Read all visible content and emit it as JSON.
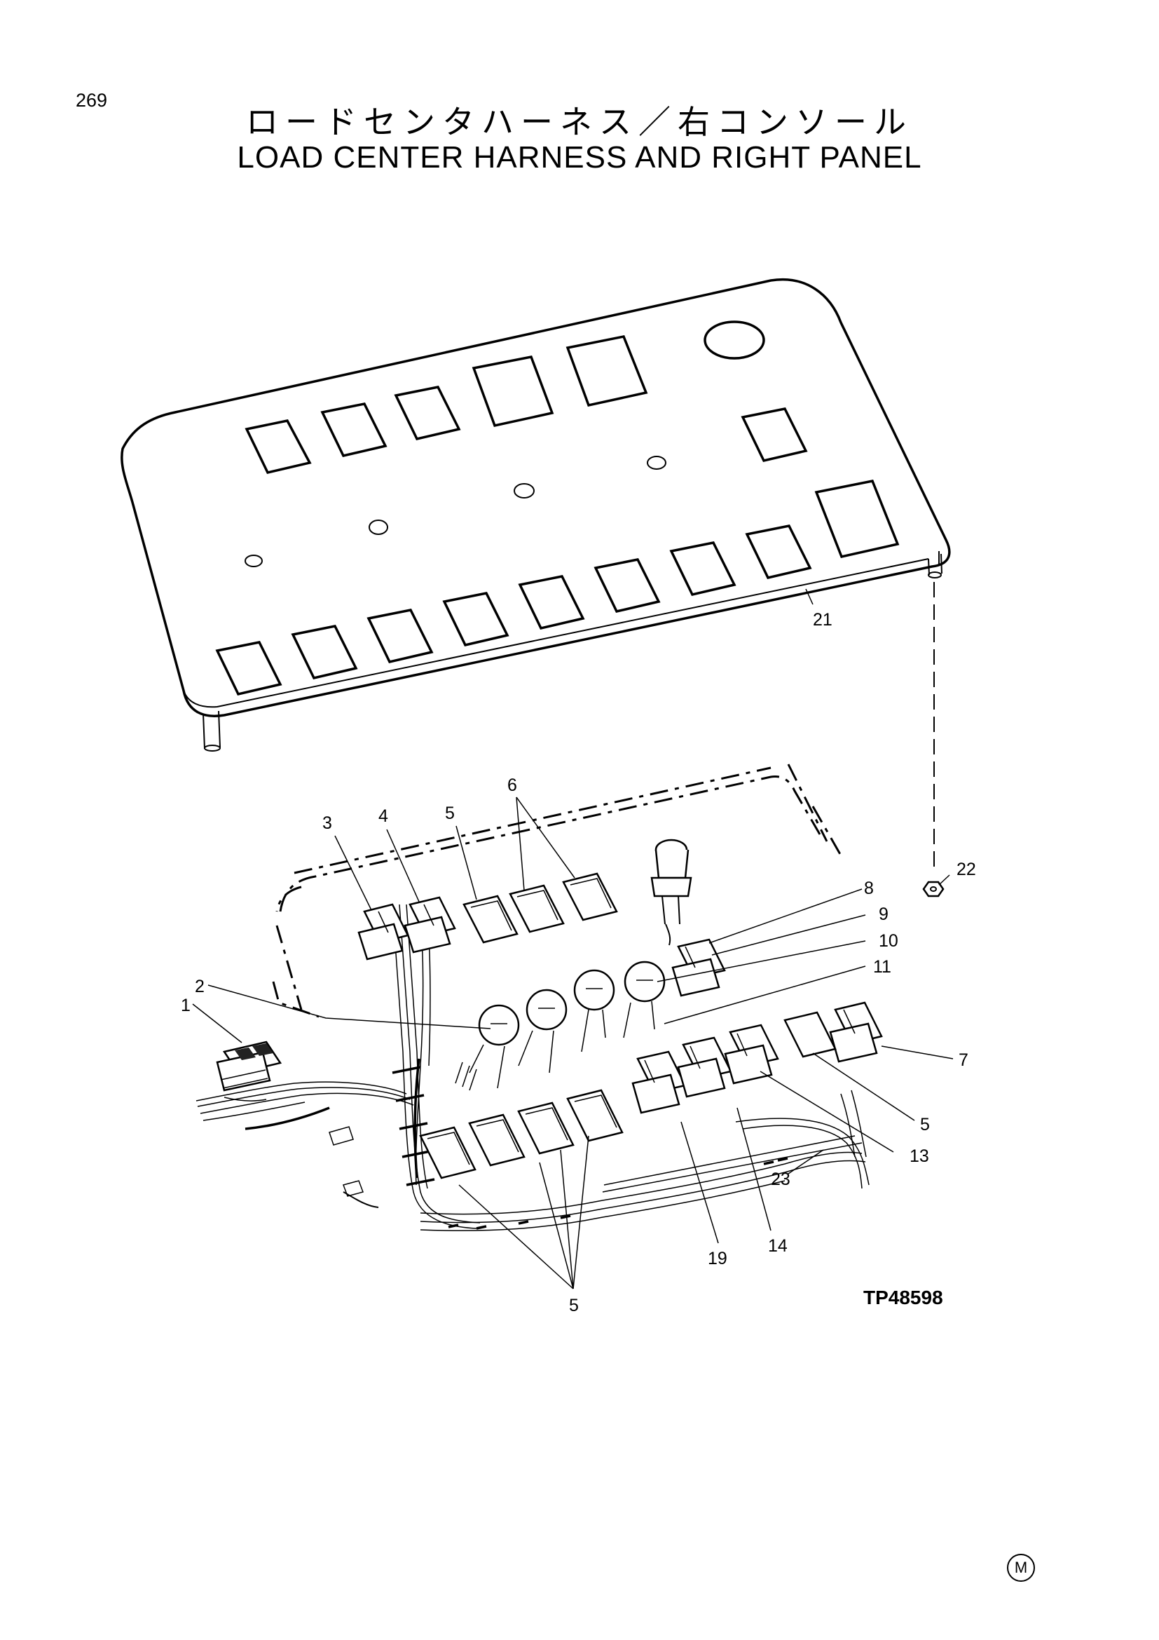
{
  "page": {
    "number": "269"
  },
  "title": {
    "japanese": "ロードセンタハーネス／右コンソール",
    "english": "LOAD CENTER HARNESS AND RIGHT PANEL"
  },
  "figure": {
    "id": "TP48598"
  },
  "callouts": {
    "c1": "1",
    "c2": "2",
    "c3": "3",
    "c4": "4",
    "c5a": "5",
    "c6": "6",
    "c8": "8",
    "c9": "9",
    "c10": "10",
    "c11": "11",
    "c7": "7",
    "c5b": "5",
    "c13": "13",
    "c23": "23",
    "c19": "19",
    "c14": "14",
    "c5c": "5",
    "c21": "21",
    "c22": "22"
  },
  "footer_mark": "M"
}
